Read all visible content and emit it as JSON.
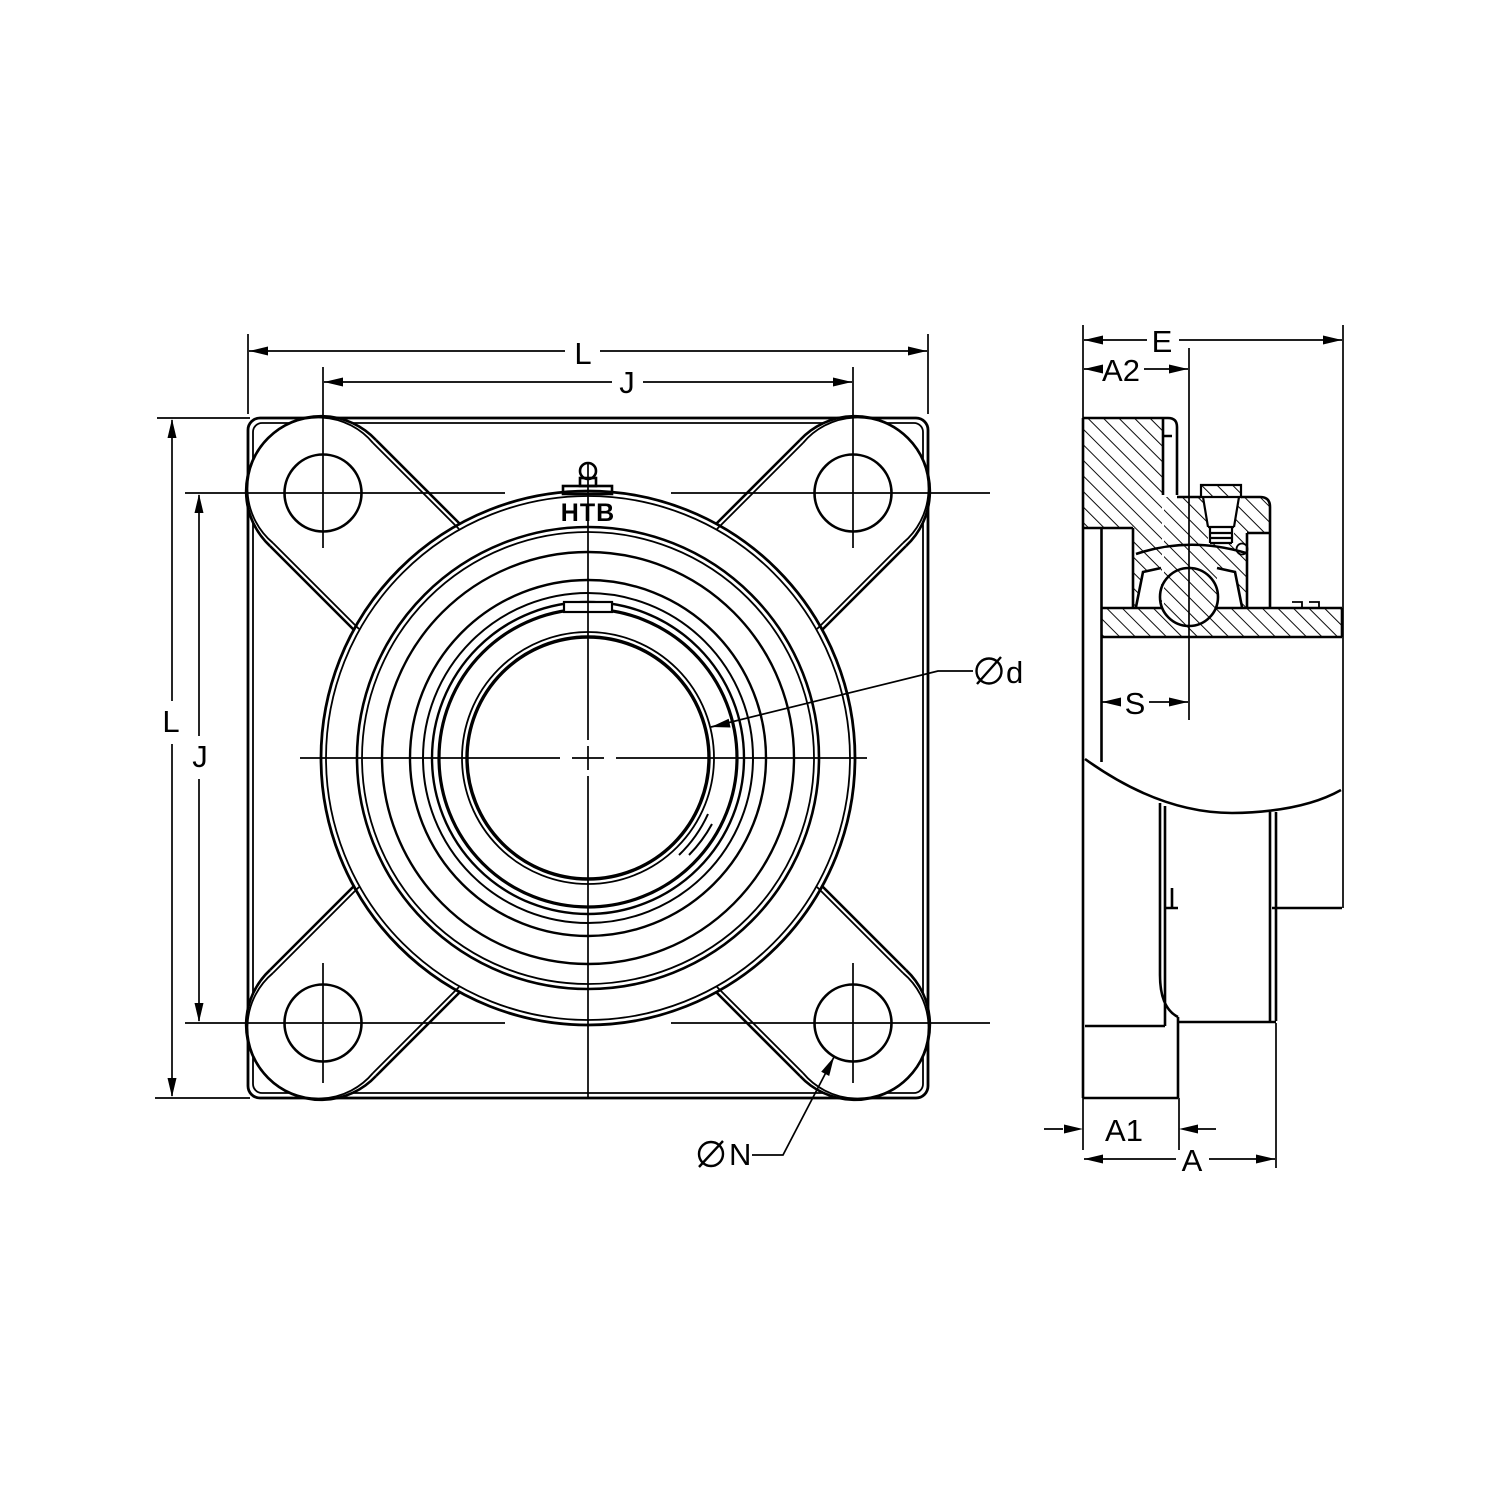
{
  "page": {
    "paper_color": "#ffffff",
    "ink_color": "#000000",
    "kind": "engineering-drawing"
  },
  "front": {
    "brand": "HTB",
    "dim_L_top": "L",
    "dim_J_top": "J",
    "dim_L_left": "L",
    "dim_J_left": "J",
    "bore_letter": "d",
    "bolt_letter": "N",
    "diameter_symbol_name": "diameter-symbol"
  },
  "side": {
    "dim_E": "E",
    "dim_A2": "A2",
    "dim_S": "S",
    "dim_A1": "A1",
    "dim_A": "A"
  }
}
